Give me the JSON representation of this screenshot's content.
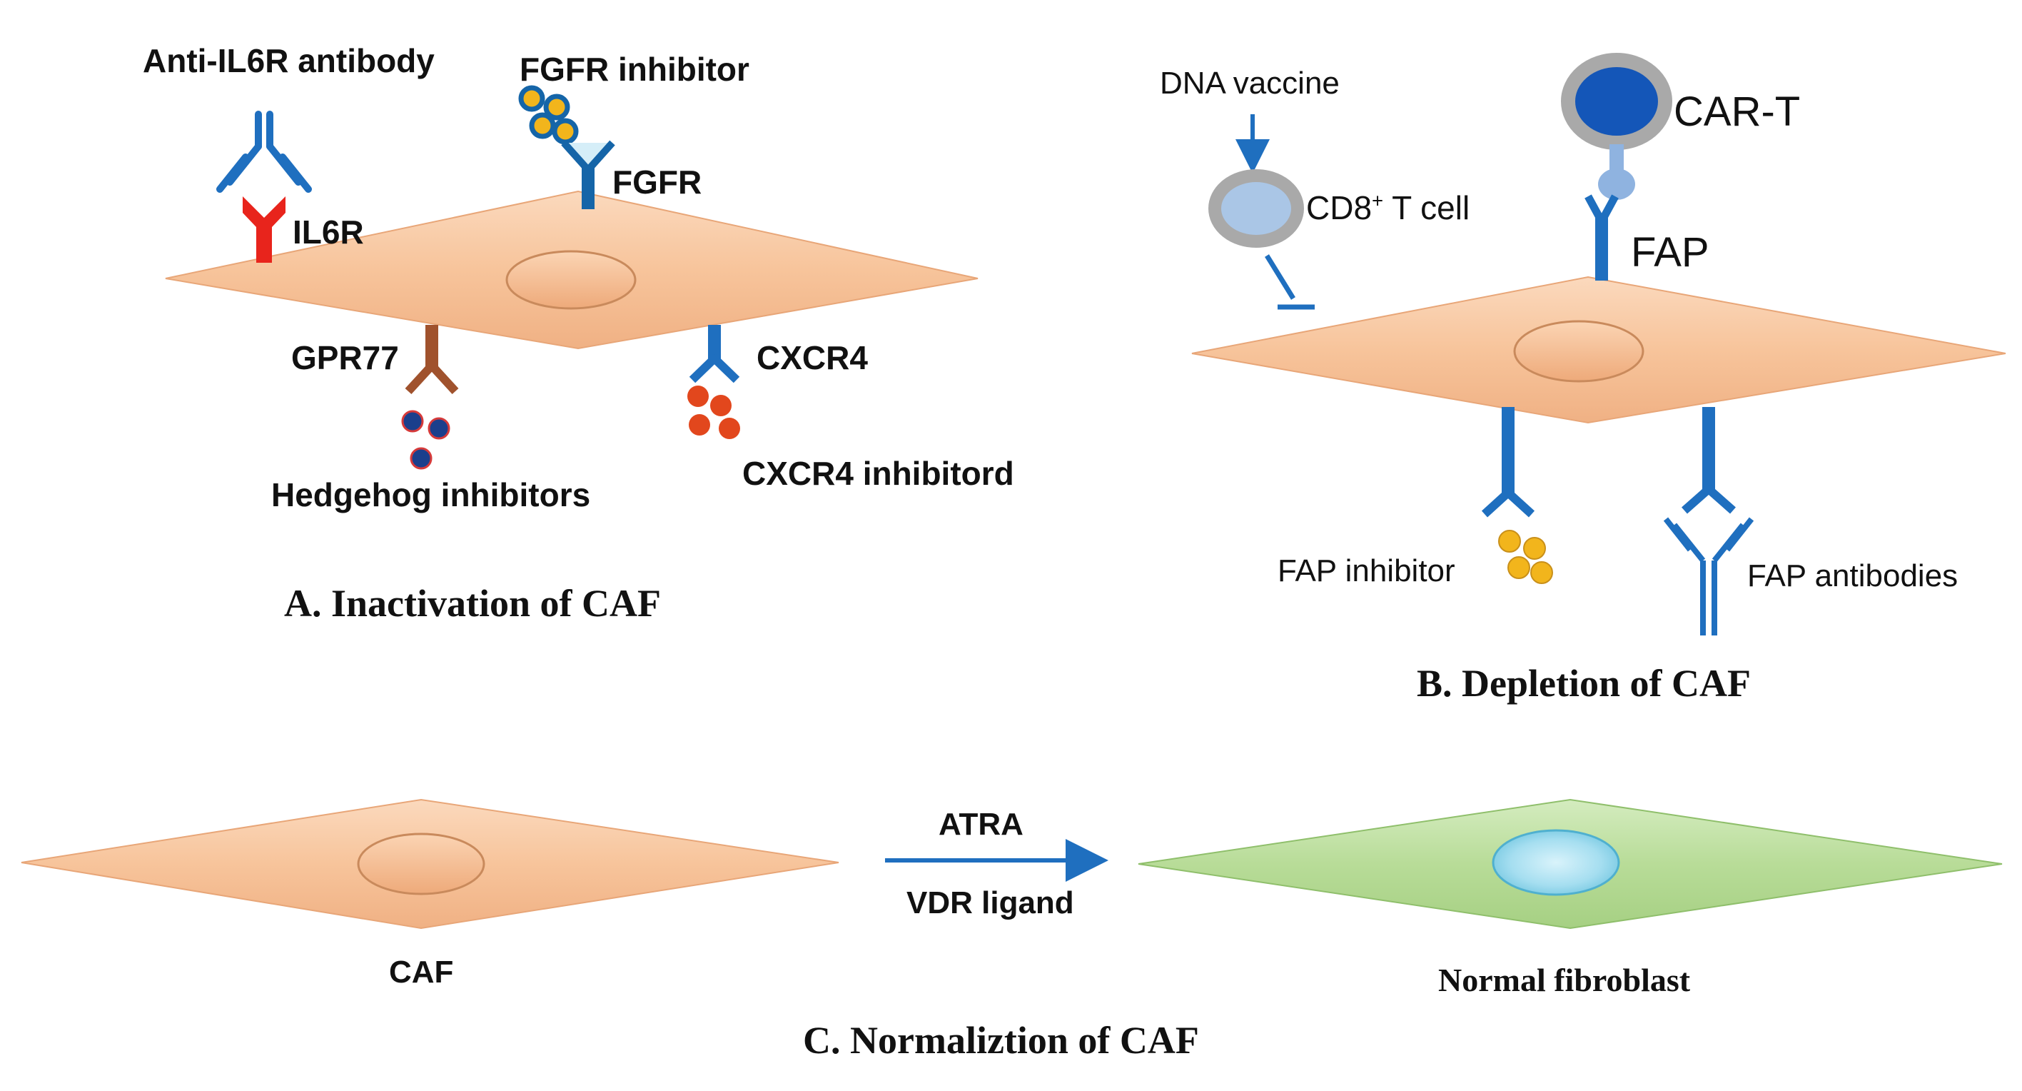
{
  "colors": {
    "cell_fill": "#f7c49b",
    "normal_cell_fill": "#b8dc98",
    "receptor_blue": "#1f6fbf",
    "il6r_red": "#e8241c",
    "gpr77_brown": "#a0522d",
    "dot_yellow": "#f2b51c",
    "dot_red": "#e2471d",
    "dot_navy": "#1b3f8c",
    "tcell_gray": "#a9a9a9",
    "car_t_blue": "#1456b8"
  },
  "panel_a": {
    "title": "A. Inactivation  of CAF",
    "anti_il6r_antibody": "Anti-IL6R antibody",
    "il6r": "IL6R",
    "fgfr_inhibitor": "FGFR inhibitor",
    "fgfr": "FGFR",
    "gpr77": "GPR77",
    "hedgehog_inhibitors": "Hedgehog inhibitors",
    "cxcr4": "CXCR4",
    "cxcr4_inhibitor": "CXCR4 inhibitord"
  },
  "panel_b": {
    "title": "B. Depletion  of CAF",
    "dna_vaccine": "DNA vaccine",
    "cd8_prefix": "CD8",
    "cd8_sup": "+",
    "cd8_suffix": " T cell",
    "car_t": "CAR-T",
    "fap": "FAP",
    "fap_inhibitor": "FAP inhibitor",
    "fap_antibodies": "FAP antibodies"
  },
  "panel_c": {
    "title": "C. Normaliztion   of CAF",
    "caf": "CAF",
    "atra": "ATRA",
    "vdr_ligand": "VDR ligand",
    "normal_fibroblast": "Normal fibroblast"
  }
}
